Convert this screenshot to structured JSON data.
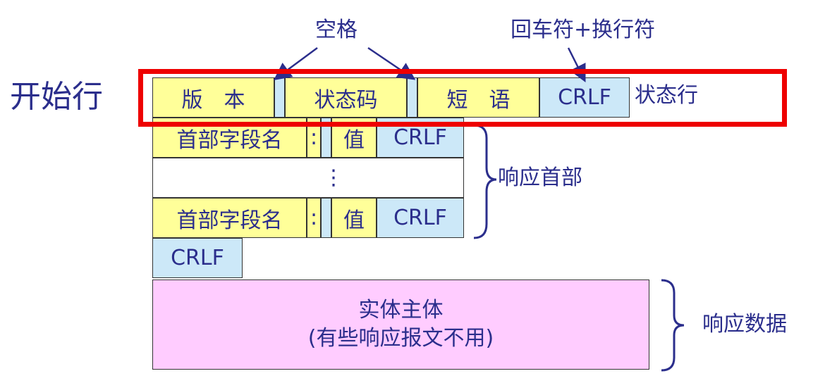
{
  "labels": {
    "space": "空格",
    "crlf_desc": "回车符+换行符",
    "start_line": "开始行",
    "status_line": "状态行",
    "response_headers": "响应首部",
    "response_data": "响应数据"
  },
  "status_line_cells": {
    "version": "版　本",
    "status_code": "状态码",
    "phrase": "短　语",
    "crlf": "CRLF"
  },
  "header_rows": [
    {
      "field": "首部字段名",
      "colon": ":",
      "value": "值",
      "crlf": "CRLF"
    },
    {
      "field": "首部字段名",
      "colon": ":",
      "value": "值",
      "crlf": "CRLF"
    }
  ],
  "ellipsis": "⋮",
  "blank_crlf": "CRLF",
  "entity_body": {
    "line1": "实体主体",
    "line2": "(有些响应报文不用)"
  },
  "colors": {
    "text": "#2b2e8c",
    "yellow": "#ffff99",
    "blue": "#cce8f8",
    "pink": "#ffccff",
    "highlight": "#ee0000"
  }
}
